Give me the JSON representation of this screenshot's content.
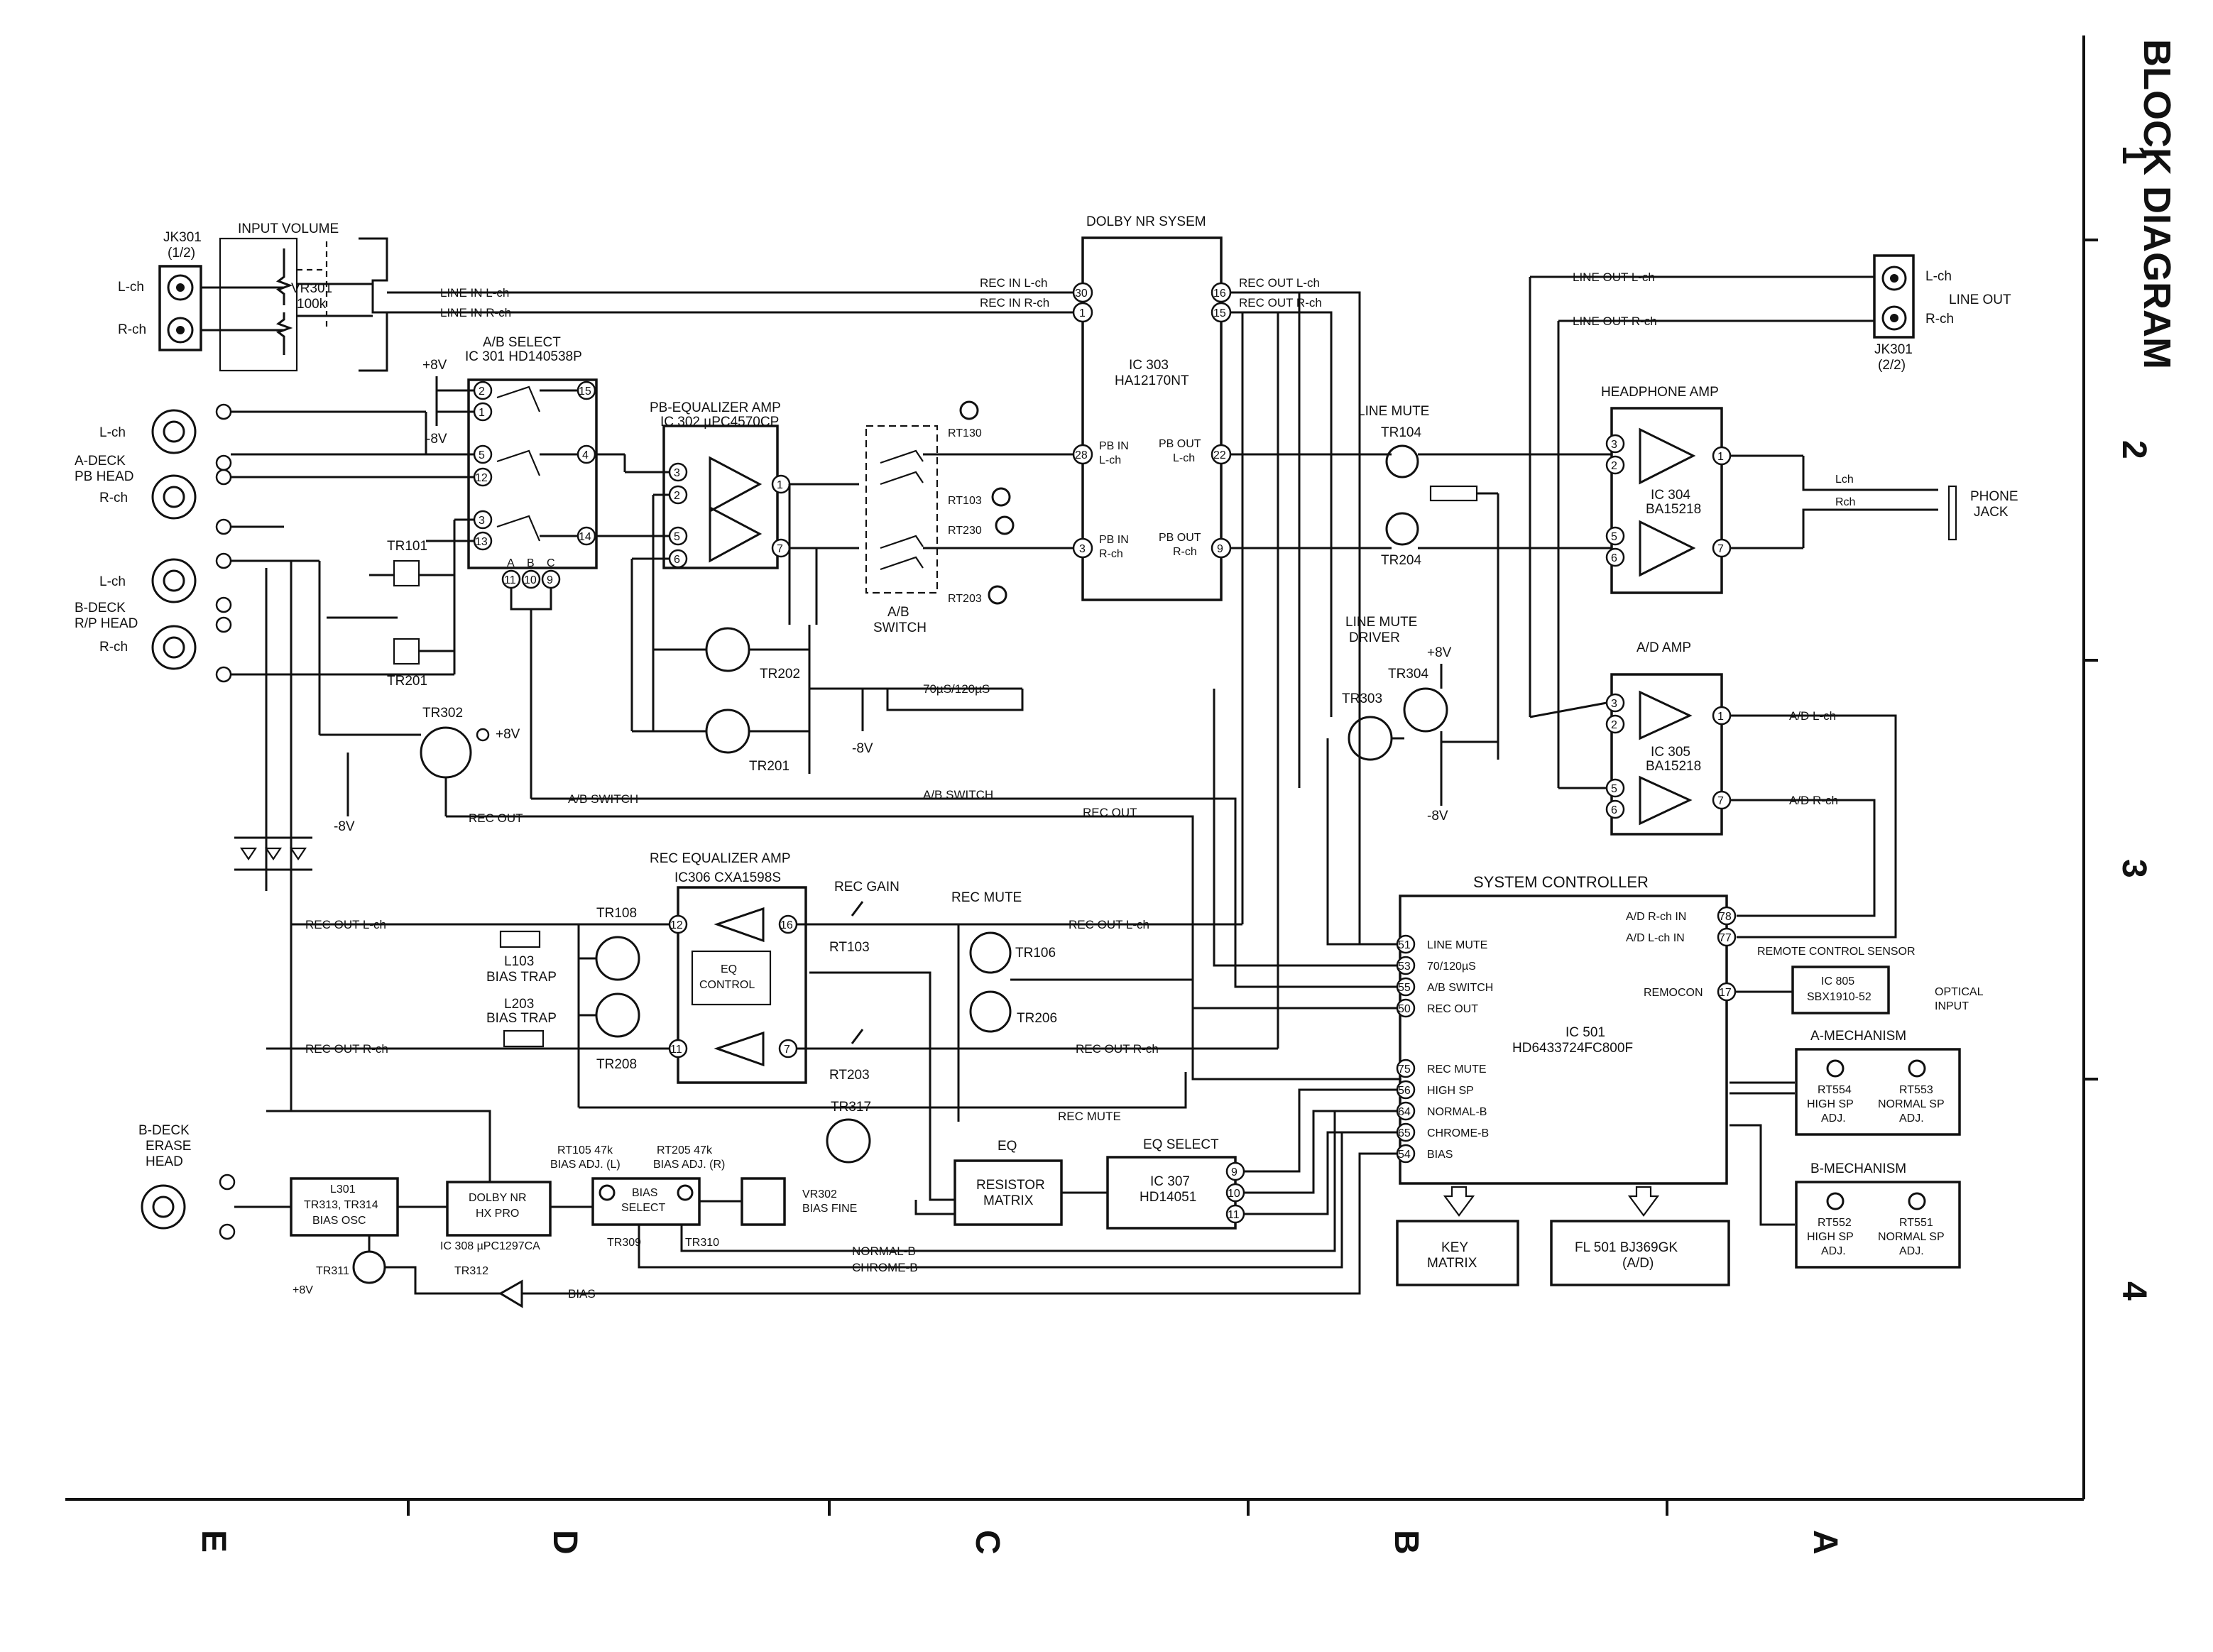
{
  "page_title": "BLOCK DIAGRAM",
  "row_markers": [
    "1",
    "2",
    "3",
    "4"
  ],
  "col_markers": [
    "E",
    "D",
    "C",
    "B",
    "A"
  ],
  "blocks": {
    "jk301_in": {
      "ref": "JK301",
      "sub": "(1/2)",
      "l": "L-ch",
      "r": "R-ch"
    },
    "input_volume": {
      "title": "INPUT VOLUME",
      "ref": "VR301",
      "val": "100k"
    },
    "ab_select": {
      "title": "A/B SELECT",
      "ic": "IC 301  HD140538P",
      "plus": "+8V",
      "minus": "-8V",
      "pa": "A",
      "pb": "B",
      "pc": "C"
    },
    "pb_eq": {
      "title": "PB-EQUALIZER AMP",
      "ic": "IC 302   µPC4570CP"
    },
    "ab_switch": {
      "title": "A/B",
      "title2": "SWITCH"
    },
    "dolby": {
      "title": "DOLBY NR SYSEM",
      "ic": "IC 303",
      "ic2": "HA12170NT",
      "rec_in_l": "REC IN L-ch",
      "rec_in_r": "REC IN R-ch",
      "rec_out_l": "REC OUT L-ch",
      "rec_out_r": "REC OUT R-ch",
      "pb_in_l": "PB IN",
      "pb_in_l2": "L-ch",
      "pb_in_r": "PB IN",
      "pb_in_r2": "R-ch",
      "pb_out_l": "PB OUT",
      "pb_out_l2": "L-ch",
      "pb_out_r": "PB OUT",
      "pb_out_r2": "R-ch"
    },
    "line_mute": {
      "title": "LINE MUTE",
      "tr_a": "TR104",
      "tr_b": "TR204"
    },
    "line_mute_driver": {
      "title": "LINE MUTE",
      "title2": "DRIVER",
      "plus": "+8V",
      "minus": "-8V",
      "tr_a": "TR304",
      "tr_b": "TR303"
    },
    "headphone_amp": {
      "title": "HEADPHONE AMP",
      "ic": "IC 304",
      "ic2": "BA15218",
      "lch": "Lch",
      "rch": "Rch"
    },
    "ad_amp": {
      "title": "A/D  AMP",
      "ic": "IC 305",
      "ic2": "BA15218"
    },
    "jk301_out": {
      "ref": "JK301",
      "sub": "(2/2)",
      "l": "L-ch",
      "r": "R-ch",
      "title": "LINE OUT"
    },
    "phone_jack": {
      "title": "PHONE",
      "title2": "JACK"
    },
    "a_deck": {
      "title": "A-DECK",
      "title2": "PB HEAD",
      "l": "L-ch",
      "r": "R-ch"
    },
    "b_deck": {
      "title": "B-DECK",
      "title2": "R/P HEAD",
      "l": "L-ch",
      "r": "R-ch"
    },
    "transistors": {
      "tr101": "TR101",
      "tr201": "TR201",
      "tr302": "TR302",
      "tr202": "TR202",
      "tr201b": "TR201",
      "plus8": "+8V",
      "minus8": "-8V",
      "minus8b": "-8V"
    },
    "rec_eq": {
      "title": "REC EQUALIZER AMP",
      "ic": "IC306   CXA1598S",
      "eq": "EQ",
      "eq2": "CONTROL"
    },
    "rec_gain": {
      "title": "REC GAIN",
      "rt_a": "RT103",
      "rt_b": "RT203"
    },
    "rec_mute": {
      "title": "REC MUTE",
      "tr_a": "TR106",
      "tr_b": "TR206"
    },
    "bias_traps": {
      "l103": "L103",
      "l103b": "BIAS TRAP",
      "l203": "L203",
      "l203b": "BIAS TRAP",
      "tr108": "TR108",
      "tr208": "TR208"
    },
    "system_controller": {
      "title": "SYSTEM CONTROLLER",
      "ic": "IC 501",
      "ic2": "HD6433724FC800F",
      "p51": "LINE MUTE",
      "p53": "70/120µS",
      "p55": "A/B SWITCH",
      "p50": "REC OUT",
      "p75": "REC MUTE",
      "p56": "HIGH SP",
      "p64": "NORMAL-B",
      "p65": "CHROME-B",
      "p54": "BIAS",
      "p78": "A/D R-ch IN",
      "p77": "A/D L-ch IN",
      "p17": "REMOCON"
    },
    "remote": {
      "title": "REMOTE CONTROL SENSOR",
      "ic": "IC 805",
      "ic2": "SBX1910-52",
      "opt": "OPTICAL",
      "opt2": "INPUT"
    },
    "a_mech": {
      "title": "A-MECHANISM",
      "rt_a": "RT554",
      "rt_a2": "HIGH SP",
      "rt_a3": "ADJ.",
      "rt_b": "RT553",
      "rt_b2": "NORMAL SP",
      "rt_b3": "ADJ."
    },
    "b_mech": {
      "title": "B-MECHANISM",
      "rt_a": "RT552",
      "rt_a2": "HIGH SP",
      "rt_a3": "ADJ.",
      "rt_b": "RT551",
      "rt_b2": "NORMAL SP",
      "rt_b3": "ADJ."
    },
    "key_matrix": {
      "l1": "KEY",
      "l2": "MATRIX"
    },
    "fl501": {
      "l1": "FL 501   BJ369GK",
      "l2": "(A/D)"
    },
    "eq_block": {
      "title": "EQ",
      "l1": "RESISTOR",
      "l2": "MATRIX"
    },
    "eq_select": {
      "title": "EQ SELECT",
      "ic": "IC 307",
      "ic2": "HD14051"
    },
    "tr317": "TR317",
    "erase_head": {
      "l1": "B-DECK",
      "l2": "ERASE",
      "l3": "HEAD"
    },
    "bias_osc": {
      "l1": "L301",
      "l2": "TR313, TR314",
      "l3": "BIAS OSC"
    },
    "dolby_hx": {
      "l1": "DOLBY NR",
      "l2": "HX PRO",
      "ic": "IC 308  µPC1297CA"
    },
    "bias_select": {
      "l1": "BIAS",
      "l2": "SELECT",
      "rt_a": "RT105 47k",
      "rt_a2": "BIAS ADJ. (L)",
      "rt_b": "RT205 47k",
      "rt_b2": "BIAS ADJ. (R)",
      "tr_a": "TR309",
      "tr_b": "TR310"
    },
    "vr302": {
      "l1": "VR302",
      "l2": "BIAS FINE"
    },
    "bottom_tr": {
      "tr311": "TR311",
      "tr312": "TR312",
      "plus8": "+8V"
    },
    "eq_trims": {
      "rt130": "RT130",
      "rt103": "RT103",
      "rt230": "RT230",
      "rt203": "RT203"
    }
  },
  "signals": {
    "line_in_l": "LINE IN L-ch",
    "line_in_r": "LINE IN R-ch",
    "line_out_l": "LINE OUT L-ch",
    "line_out_r": "LINE OUT R-ch",
    "t70": "70µS/120µS",
    "ab_switch_a": "A/B SWITCH",
    "ab_switch_b": "A/B SWITCH",
    "rec_out": "REC OUT",
    "rec_out_l_a": "REC OUT L-ch",
    "rec_out_r_a": "REC OUT R-ch",
    "rec_out_l_b": "REC OUT L-ch",
    "rec_out_r_b": "REC OUT R-ch",
    "rec_mute": "REC MUTE",
    "normal_b": "NORMAL-B",
    "chrome_b": "CHROME-B",
    "bias": "BIAS",
    "ad_l": "A/D L-ch",
    "ad_r": "A/D R-ch"
  },
  "pin_numbers": {
    "ab": [
      "2",
      "1",
      "5",
      "12",
      "3",
      "13",
      "15",
      "4",
      "14",
      "11",
      "10",
      "9"
    ],
    "pbeq": [
      "3",
      "2",
      "1",
      "5",
      "6",
      "7"
    ],
    "dolby": [
      "30",
      "1",
      "28",
      "3",
      "16",
      "15",
      "22",
      "9"
    ],
    "hp": [
      "3",
      "2",
      "1",
      "5",
      "6",
      "7"
    ],
    "ad": [
      "3",
      "2",
      "1",
      "5",
      "6",
      "7"
    ],
    "receq": [
      "12",
      "16",
      "11",
      "7"
    ],
    "sys": [
      "51",
      "53",
      "55",
      "50",
      "75",
      "56",
      "64",
      "65",
      "54",
      "78",
      "77",
      "17"
    ],
    "eqsel": [
      "9",
      "10",
      "11"
    ]
  }
}
